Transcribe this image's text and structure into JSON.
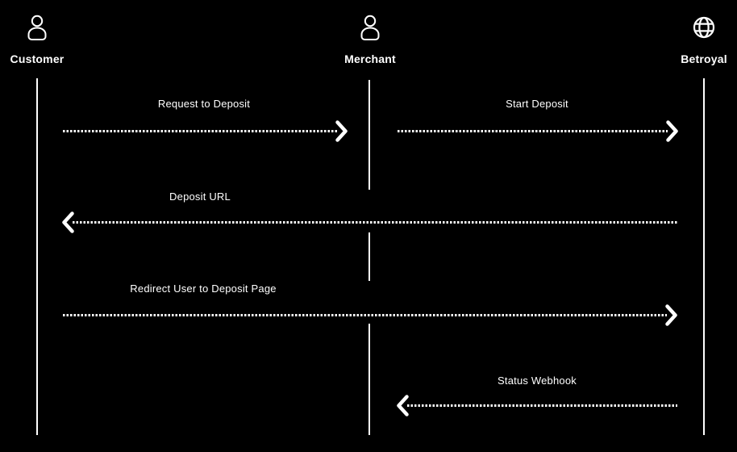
{
  "diagram": {
    "type": "sequence",
    "background_color": "#000000",
    "line_color": "#ffffff",
    "text_color": "#ffffff",
    "actors": [
      {
        "name": "Customer",
        "icon": "person-icon"
      },
      {
        "name": "Merchant",
        "icon": "person-icon"
      },
      {
        "name": "Betroyal",
        "icon": "globe-icon"
      }
    ],
    "messages": [
      {
        "label": "Request to Deposit",
        "from": "Customer",
        "to": "Merchant",
        "arrow": "right",
        "line_style": "dotted"
      },
      {
        "label": "Start Deposit",
        "from": "Merchant",
        "to": "Betroyal",
        "arrow": "right",
        "line_style": "dotted"
      },
      {
        "label": "Deposit URL",
        "from": "Betroyal",
        "to": "Customer",
        "arrow": "left",
        "line_style": "dotted"
      },
      {
        "label": "Redirect User to Deposit Page",
        "from": "Customer",
        "to": "Betroyal",
        "arrow": "right",
        "line_style": "dotted"
      },
      {
        "label": "Status Webhook",
        "from": "Betroyal",
        "to": "Merchant",
        "arrow": "left",
        "line_style": "dotted"
      }
    ]
  }
}
